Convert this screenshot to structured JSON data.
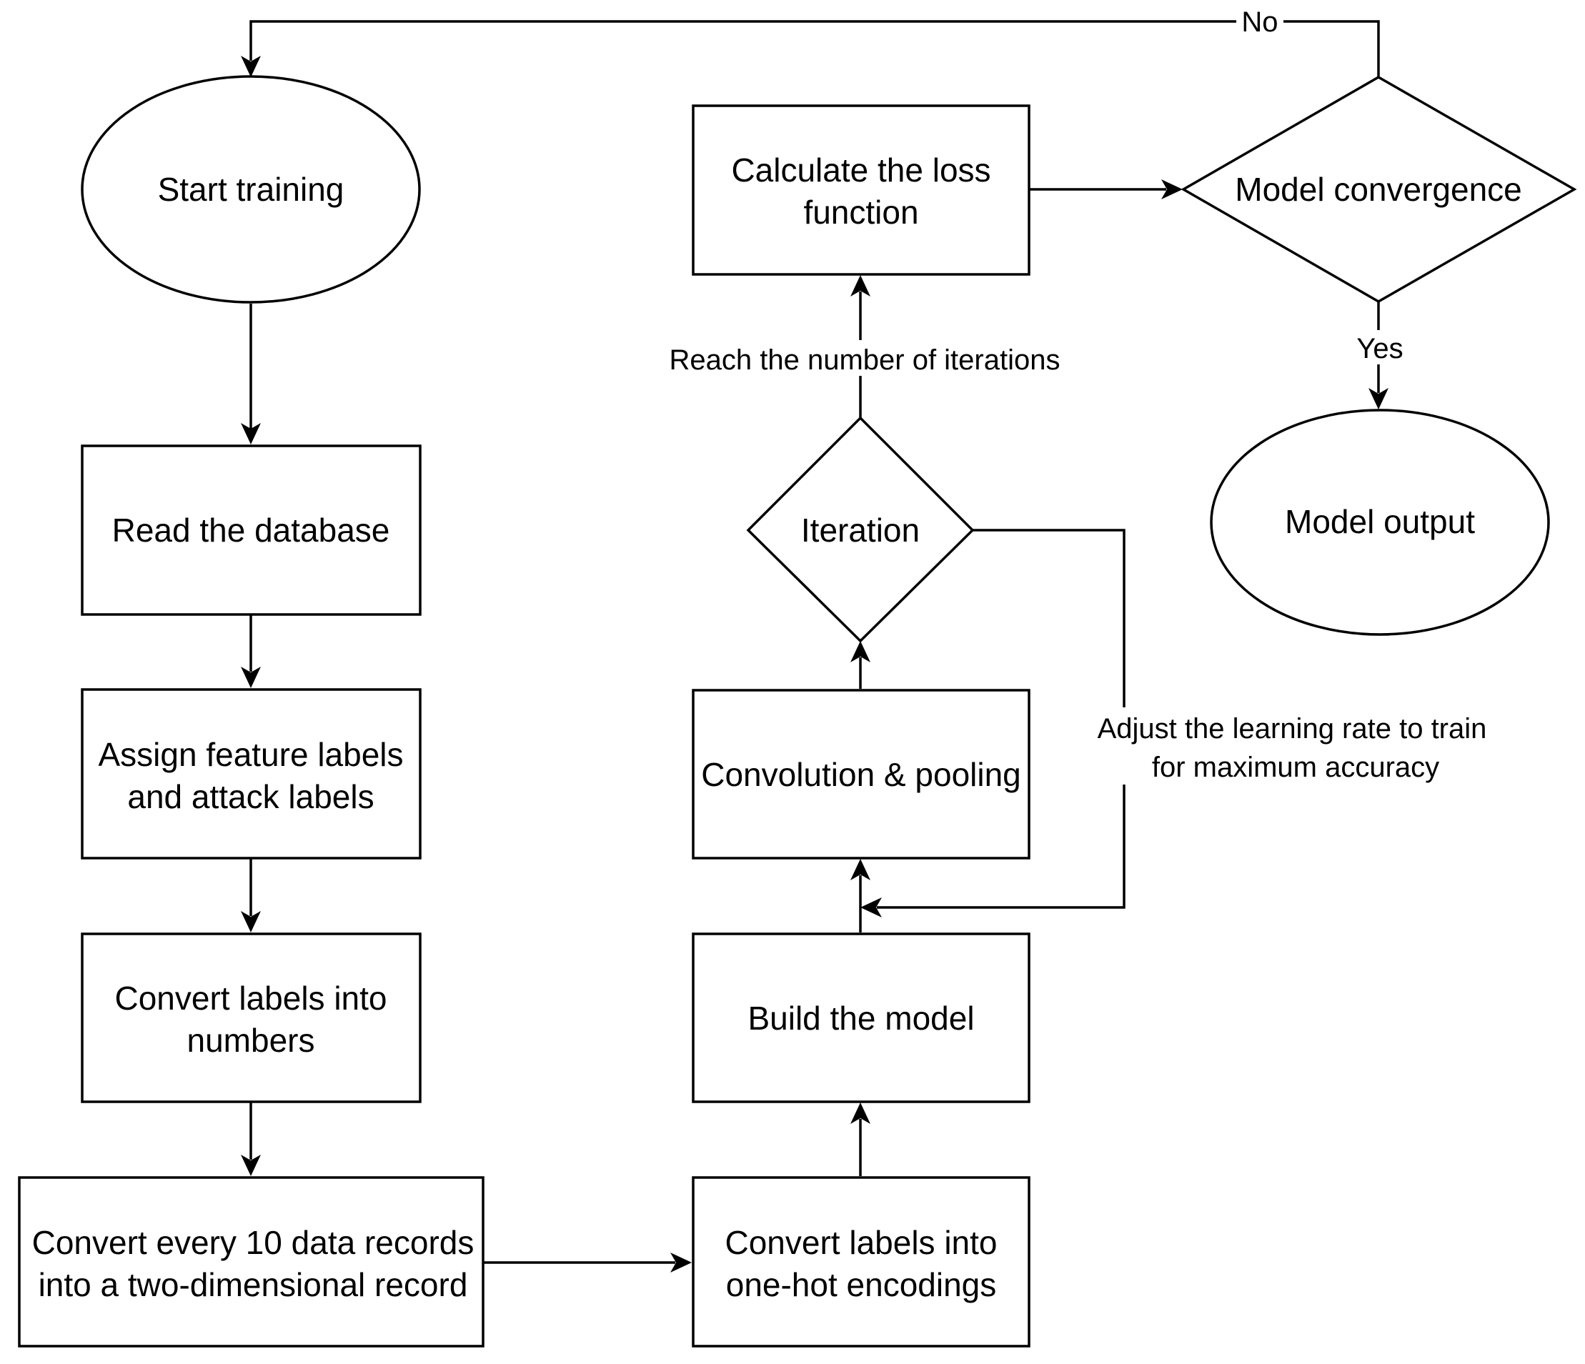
{
  "nodes": {
    "start_training": "Start training",
    "read_database": "Read the database",
    "assign_labels": [
      "Assign feature labels",
      "and attack labels"
    ],
    "convert_labels_numbers": [
      "Convert labels into",
      "numbers"
    ],
    "convert_records": [
      "Convert every 10 data records",
      "into a two-dimensional record"
    ],
    "one_hot": [
      "Convert labels into",
      "one-hot encodings"
    ],
    "build_model": "Build the model",
    "conv_pool": "Convolution & pooling",
    "iteration": "Iteration",
    "loss": [
      "Calculate the loss",
      "function"
    ],
    "convergence": "Model convergence",
    "output": "Model output"
  },
  "edge_labels": {
    "no": "No",
    "yes": "Yes",
    "reach_iterations": "Reach the number of iterations",
    "adjust_lr": [
      "Adjust the learning rate to train",
      "for maximum accuracy"
    ]
  }
}
